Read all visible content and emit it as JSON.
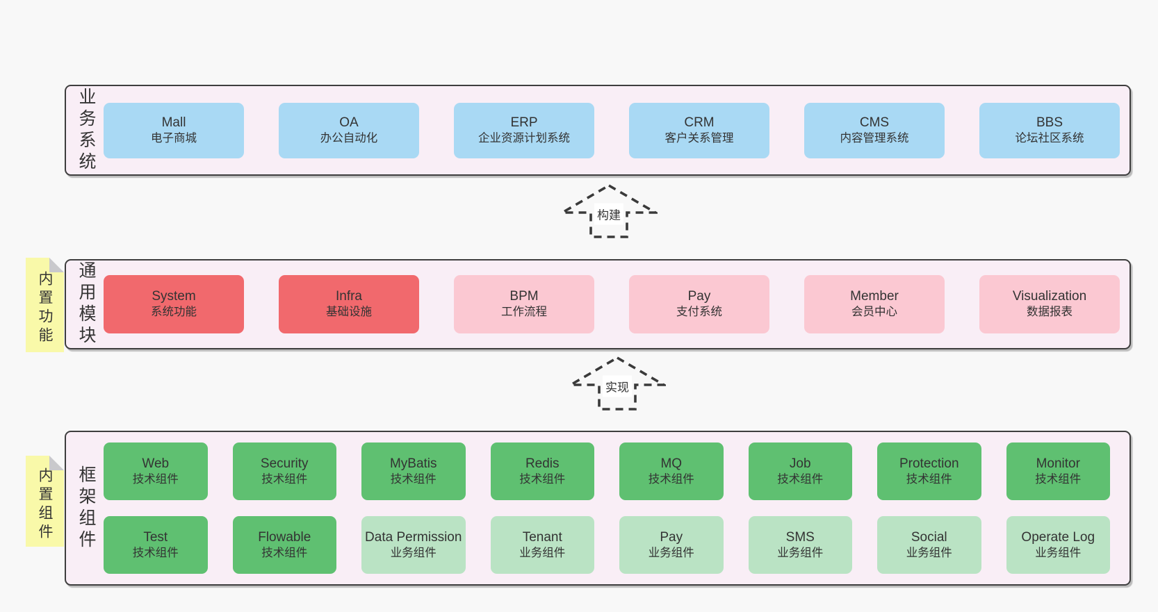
{
  "diagram": {
    "title_implicit": "",
    "layers": [
      {
        "id": "business-systems",
        "label": "业务系统",
        "boxes": [
          {
            "name": "Mall",
            "desc": "电子商城",
            "variant": "blue"
          },
          {
            "name": "OA",
            "desc": "办公自动化",
            "variant": "blue"
          },
          {
            "name": "ERP",
            "desc": "企业资源计划系统",
            "variant": "blue"
          },
          {
            "name": "CRM",
            "desc": "客户关系管理",
            "variant": "blue"
          },
          {
            "name": "CMS",
            "desc": "内容管理系统",
            "variant": "blue"
          },
          {
            "name": "BBS",
            "desc": "论坛社区系统",
            "variant": "blue"
          }
        ]
      },
      {
        "id": "common-modules",
        "label": "通用模块",
        "sticky": "内置功能",
        "boxes": [
          {
            "name": "System",
            "desc": "系统功能",
            "variant": "red"
          },
          {
            "name": "Infra",
            "desc": "基础设施",
            "variant": "red"
          },
          {
            "name": "BPM",
            "desc": "工作流程",
            "variant": "pink"
          },
          {
            "name": "Pay",
            "desc": "支付系统",
            "variant": "pink"
          },
          {
            "name": "Member",
            "desc": "会员中心",
            "variant": "pink"
          },
          {
            "name": "Visualization",
            "desc": "数据报表",
            "variant": "pink"
          }
        ]
      },
      {
        "id": "framework-components",
        "label": "框架组件",
        "sticky": "内置组件",
        "rows": [
          [
            {
              "name": "Web",
              "desc": "技术组件",
              "variant": "green"
            },
            {
              "name": "Security",
              "desc": "技术组件",
              "variant": "green"
            },
            {
              "name": "MyBatis",
              "desc": "技术组件",
              "variant": "green"
            },
            {
              "name": "Redis",
              "desc": "技术组件",
              "variant": "green"
            },
            {
              "name": "MQ",
              "desc": "技术组件",
              "variant": "green"
            },
            {
              "name": "Job",
              "desc": "技术组件",
              "variant": "green"
            },
            {
              "name": "Protection",
              "desc": "技术组件",
              "variant": "green"
            },
            {
              "name": "Monitor",
              "desc": "技术组件",
              "variant": "green"
            }
          ],
          [
            {
              "name": "Test",
              "desc": "技术组件",
              "variant": "green"
            },
            {
              "name": "Flowable",
              "desc": "技术组件",
              "variant": "green"
            },
            {
              "name": "Data Permission",
              "desc": "业务组件",
              "variant": "lightgreen"
            },
            {
              "name": "Tenant",
              "desc": "业务组件",
              "variant": "lightgreen"
            },
            {
              "name": "Pay",
              "desc": "业务组件",
              "variant": "lightgreen"
            },
            {
              "name": "SMS",
              "desc": "业务组件",
              "variant": "lightgreen"
            },
            {
              "name": "Social",
              "desc": "业务组件",
              "variant": "lightgreen"
            },
            {
              "name": "Operate Log",
              "desc": "业务组件",
              "variant": "lightgreen"
            }
          ]
        ]
      }
    ],
    "arrows": [
      {
        "label": "构建"
      },
      {
        "label": "实现"
      }
    ]
  },
  "colors": {
    "bg": "#f8f8f8",
    "panel": "#f9eef6",
    "panelBorder": "#3e3e3e",
    "ink": "#333333",
    "blue": "#a9d9f4",
    "red": "#f1696d",
    "pink": "#fbc8d2",
    "green": "#5fc071",
    "lightgreen": "#bae3c4",
    "yellow": "#f9f9a9",
    "fold": "#c9c9cc",
    "arrow": "#3a3a3a",
    "labelBg": "#ffffff"
  }
}
